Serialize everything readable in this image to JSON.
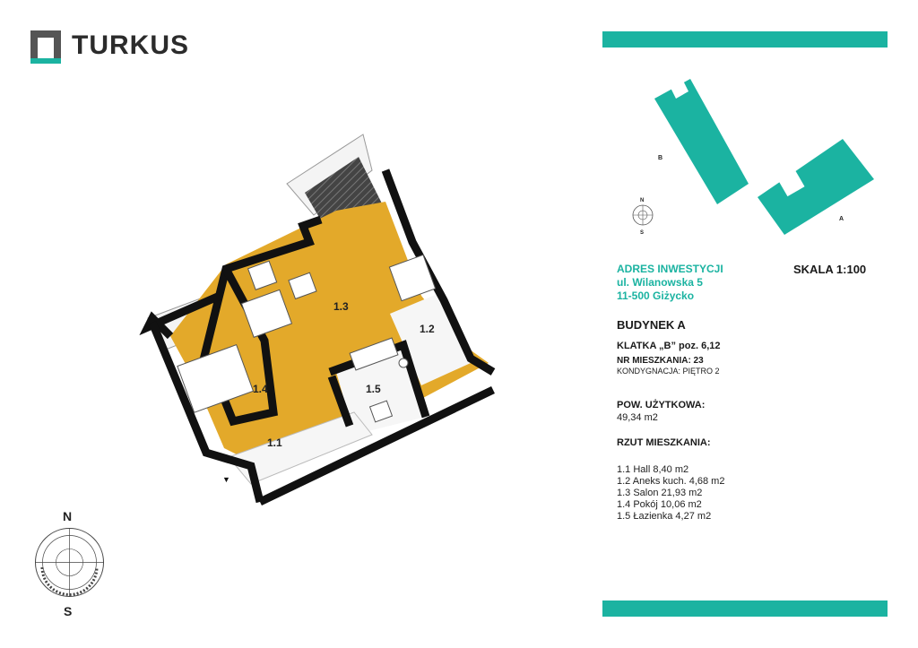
{
  "brand": {
    "name": "TURKUS"
  },
  "investment": {
    "heading": "ADRES INWESTYCJI",
    "street": "ul. Wilanowska 5",
    "city": "11-500 Giżycko"
  },
  "scale": "SKALA 1:100",
  "building": "BUDYNEK A",
  "staircase": "KLATKA „B” poz. 6,12",
  "apartment_no": "NR MIESZKANIA: 23",
  "floor": "KONDYGNACJA: PIĘTRO 2",
  "area": {
    "label": "POW. UŻYTKOWA:",
    "value": "49,34 m2"
  },
  "rooms_heading": "RZUT MIESZKANIA:",
  "rooms": [
    "1.1 Hall 8,40 m2",
    "1.2 Aneks kuch. 4,68 m2",
    "1.3 Salon 21,93 m2",
    "1.4 Pokój 10,06 m2",
    "1.5 Łazienka 4,27 m2"
  ],
  "plan_labels": {
    "r11": "1.1",
    "r12": "1.2",
    "r13": "1.3",
    "r14": "1.4",
    "r15": "1.5"
  },
  "site_map": {
    "label_a": "A",
    "label_b": "B",
    "north": "N",
    "south": "S"
  },
  "compass": {
    "north": "N",
    "south": "S"
  },
  "colors": {
    "accent": "#1bb3a1",
    "floor": "#e3a92a",
    "wall": "#111111"
  }
}
